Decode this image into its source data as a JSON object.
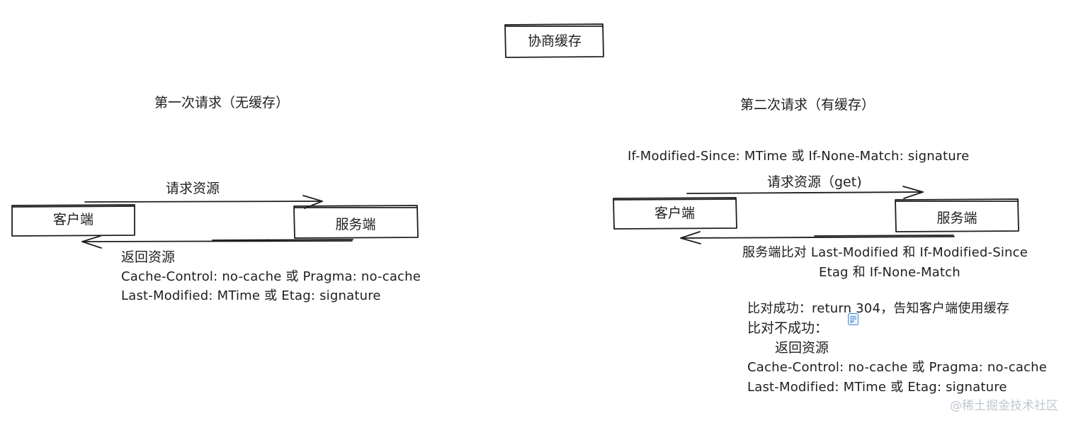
{
  "title": "协商缓存",
  "first": {
    "heading": "第一次请求（无缓存）",
    "client": "客户端",
    "server": "服务端",
    "request_label": "请求资源",
    "response_label": "返回资源",
    "response_headers": [
      "Cache-Control: no-cache 或 Pragma: no-cache",
      "Last-Modified: MTime 或 Etag: signature"
    ]
  },
  "second": {
    "heading": "第二次请求（有缓存）",
    "request_headers": "If-Modified-Since: MTime 或 If-None-Match: signature",
    "request_label": "请求资源（get)",
    "client": "客户端",
    "server": "服务端",
    "compare_line1": "服务端比对 Last-Modified 和 If-Modified-Since",
    "compare_line2": "Etag 和 If-None-Match",
    "success": "比对成功：return 304，告知客户端使用缓存",
    "fail": "比对不成功：",
    "fail_return": "返回资源",
    "fail_headers": [
      "Cache-Control: no-cache 或 Pragma: no-cache",
      "Last-Modified: MTime 或 Etag: signature"
    ]
  },
  "watermark": "@稀土掘金技术社区",
  "icon": "document-icon"
}
